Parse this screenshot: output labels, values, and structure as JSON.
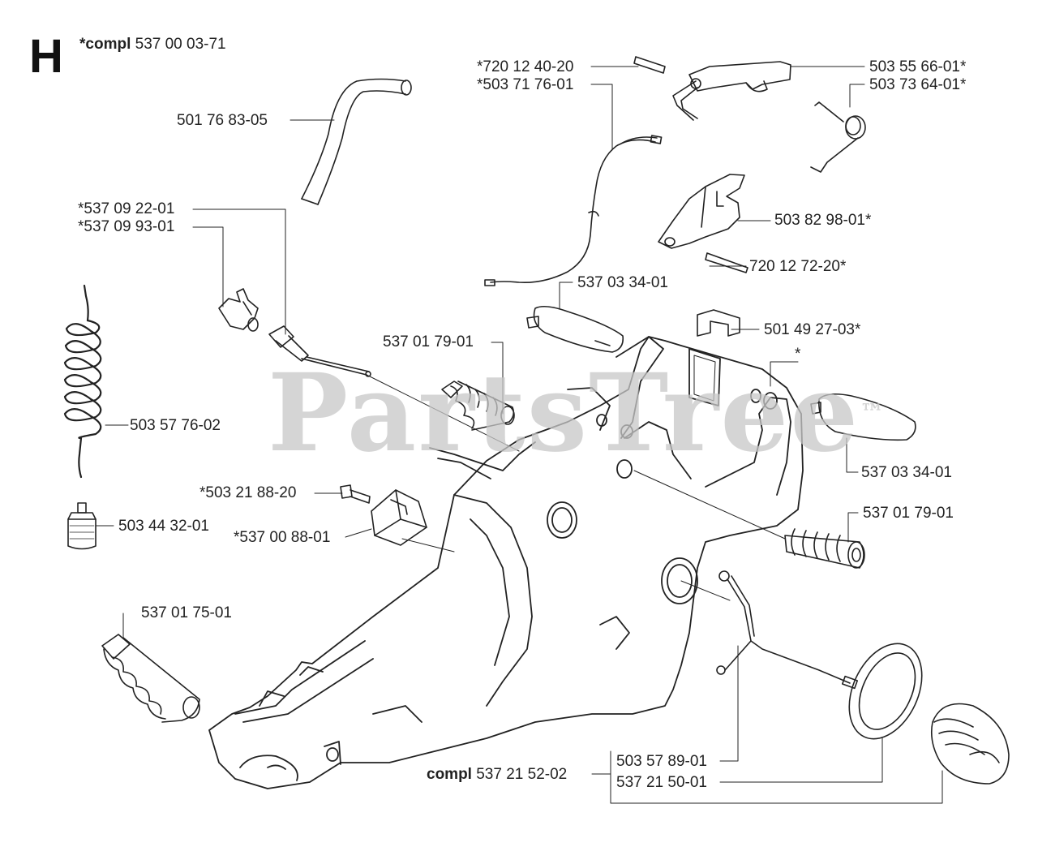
{
  "section": {
    "letter": "H",
    "compl_prefix": "*compl",
    "compl_number": "537 00 03-71"
  },
  "watermark": {
    "text": "PartsTree",
    "mark": "™"
  },
  "colors": {
    "line": "#222222",
    "watermark": "#c8c8c8",
    "background": "#ffffff"
  },
  "labels": {
    "p_720_12_40_20": "*720 12 40-20",
    "p_503_71_76_01": "*503 71 76-01",
    "p_503_55_66_01": "503 55 66-01*",
    "p_503_73_64_01": "503 73 64-01*",
    "p_501_76_83_05": "501 76 83-05",
    "p_537_09_22_01": "*537 09 22-01",
    "p_537_09_93_01": "*537 09 93-01",
    "p_503_82_98_01": "503 82 98-01*",
    "p_720_12_72_20": "720 12 72-20*",
    "p_537_03_34_01_a": "537 03 34-01",
    "p_501_49_27_03": "501 49 27-03*",
    "p_537_01_79_01_a": "537 01 79-01",
    "p_star": "*",
    "p_503_57_76_02": "503 57 76-02",
    "p_537_03_34_01_b": "537 03 34-01",
    "p_503_21_88_20": "*503 21 88-20",
    "p_537_01_79_01_b": "537 01 79-01",
    "p_503_44_32_01": "503 44 32-01",
    "p_537_00_88_01": "*537 00 88-01",
    "p_537_01_75_01": "537 01 75-01",
    "p_503_57_89_01": "503 57 89-01",
    "compl_prefix": "compl",
    "compl_537_21_52_02": "537 21 52-02",
    "p_537_21_50_01": "537 21 50-01"
  },
  "icons": [
    "fuel-hose",
    "fuel-filter",
    "fuel-line-coil",
    "throttle-trigger",
    "trigger-spring",
    "throttle-lock",
    "choke-rod",
    "rear-handle-housing",
    "anti-vibration-spring",
    "buffer-plug",
    "cover-plate",
    "bracket-clip",
    "fuel-cap",
    "fuel-cap-seal",
    "cap-retainer-strap"
  ]
}
